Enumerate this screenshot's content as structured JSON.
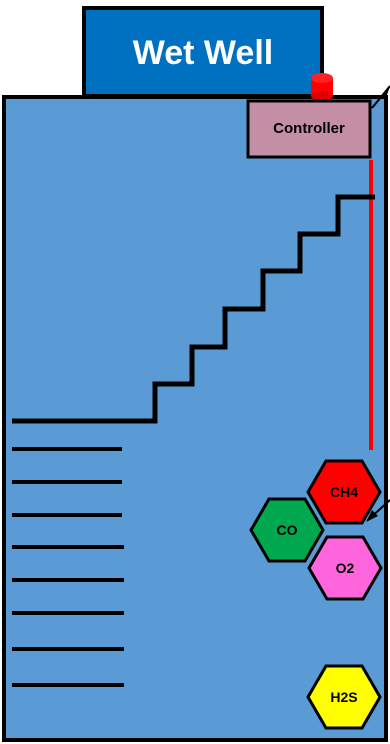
{
  "header": {
    "title": "Wet Well"
  },
  "controller": {
    "label": "Controller"
  },
  "sensors": [
    {
      "id": "ch4",
      "label": "CH4",
      "color": "#ff0000"
    },
    {
      "id": "co",
      "label": "CO",
      "color": "#00a94f"
    },
    {
      "id": "o2",
      "label": "O2",
      "color": "#ff66dd"
    },
    {
      "id": "h2s",
      "label": "H2S",
      "color": "#ffff00"
    }
  ],
  "colors": {
    "header_fill": "#0070c0",
    "well_fill": "#5b9bd5",
    "controller_fill": "#c48ea5",
    "beacon": "#ff0000",
    "sensor_cable": "#ff0000",
    "outline": "#000000"
  }
}
